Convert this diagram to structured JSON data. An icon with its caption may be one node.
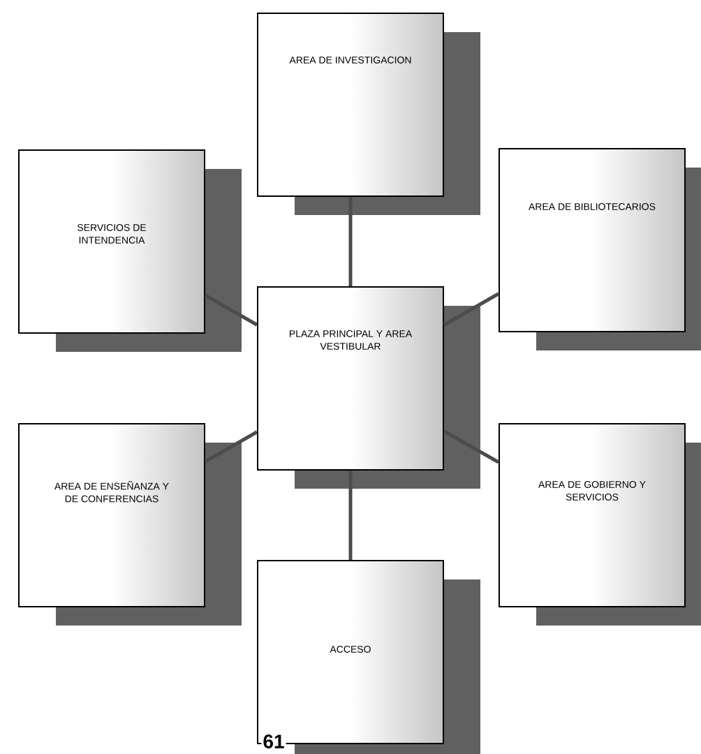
{
  "diagram": {
    "nodes": [
      {
        "text": [
          "AREA DE INVESTIGACION"
        ]
      },
      {
        "text": [
          "SERVICIOS DE INTENDENCIA"
        ]
      },
      {
        "text": [
          "AREA DE BIBLIOTECARIOS"
        ]
      },
      {
        "text": [
          "PLAZA PRINCIPAL Y AREA VESTIBULAR"
        ]
      },
      {
        "text": [
          "AREA DE ENSEÑANZA Y DE CONFERENCIAS"
        ]
      },
      {
        "text": [
          "AREA DE GOBIERNO Y SERVICIOS"
        ]
      },
      {
        "text": [
          "ACCESO"
        ]
      }
    ],
    "edges": [
      {
        "from": 0,
        "to": 3,
        "arrow": "none"
      },
      {
        "from": 1,
        "to": 3,
        "arrow": "none"
      },
      {
        "from": 2,
        "to": 3,
        "arrow": "none"
      },
      {
        "from": 4,
        "to": 3,
        "arrow": "none"
      },
      {
        "from": 5,
        "to": 3,
        "arrow": "none"
      },
      {
        "from": 3,
        "to": 6,
        "arrow": "none"
      }
    ],
    "labels": [
      "61"
    ]
  }
}
